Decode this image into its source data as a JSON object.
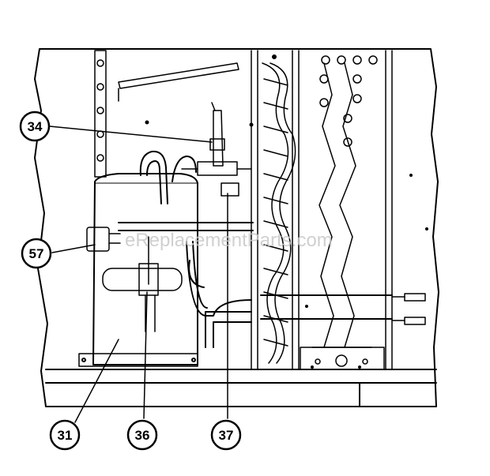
{
  "watermark": "eReplacementParts.com",
  "callouts": [
    {
      "id": "c34",
      "label": "34"
    },
    {
      "id": "c57",
      "label": "57"
    },
    {
      "id": "c31",
      "label": "31"
    },
    {
      "id": "c36",
      "label": "36"
    },
    {
      "id": "c37",
      "label": "37"
    }
  ],
  "colors": {
    "line": "#000000",
    "background": "#ffffff",
    "watermark": "#c8c8c8"
  }
}
